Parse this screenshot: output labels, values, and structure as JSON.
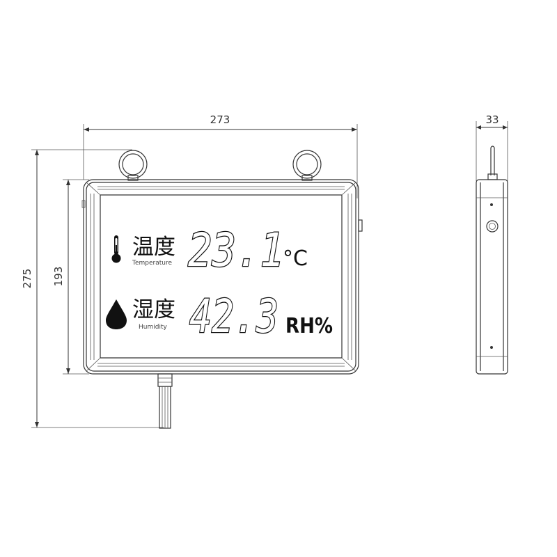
{
  "dimensions": {
    "width": "273",
    "depth": "33",
    "total_height": "275",
    "body_height": "193"
  },
  "display": {
    "temperature": {
      "label_cn": "温度",
      "label_en": "Temperature",
      "value": "23.1",
      "unit": "°C"
    },
    "humidity": {
      "label_cn": "湿度",
      "label_en": "Humidity",
      "value": "42.3",
      "unit": "RH%"
    }
  },
  "icons": [
    "thermometer-icon",
    "water-drop-icon"
  ],
  "colors": {
    "line": "#333333",
    "background": "#ffffff"
  }
}
